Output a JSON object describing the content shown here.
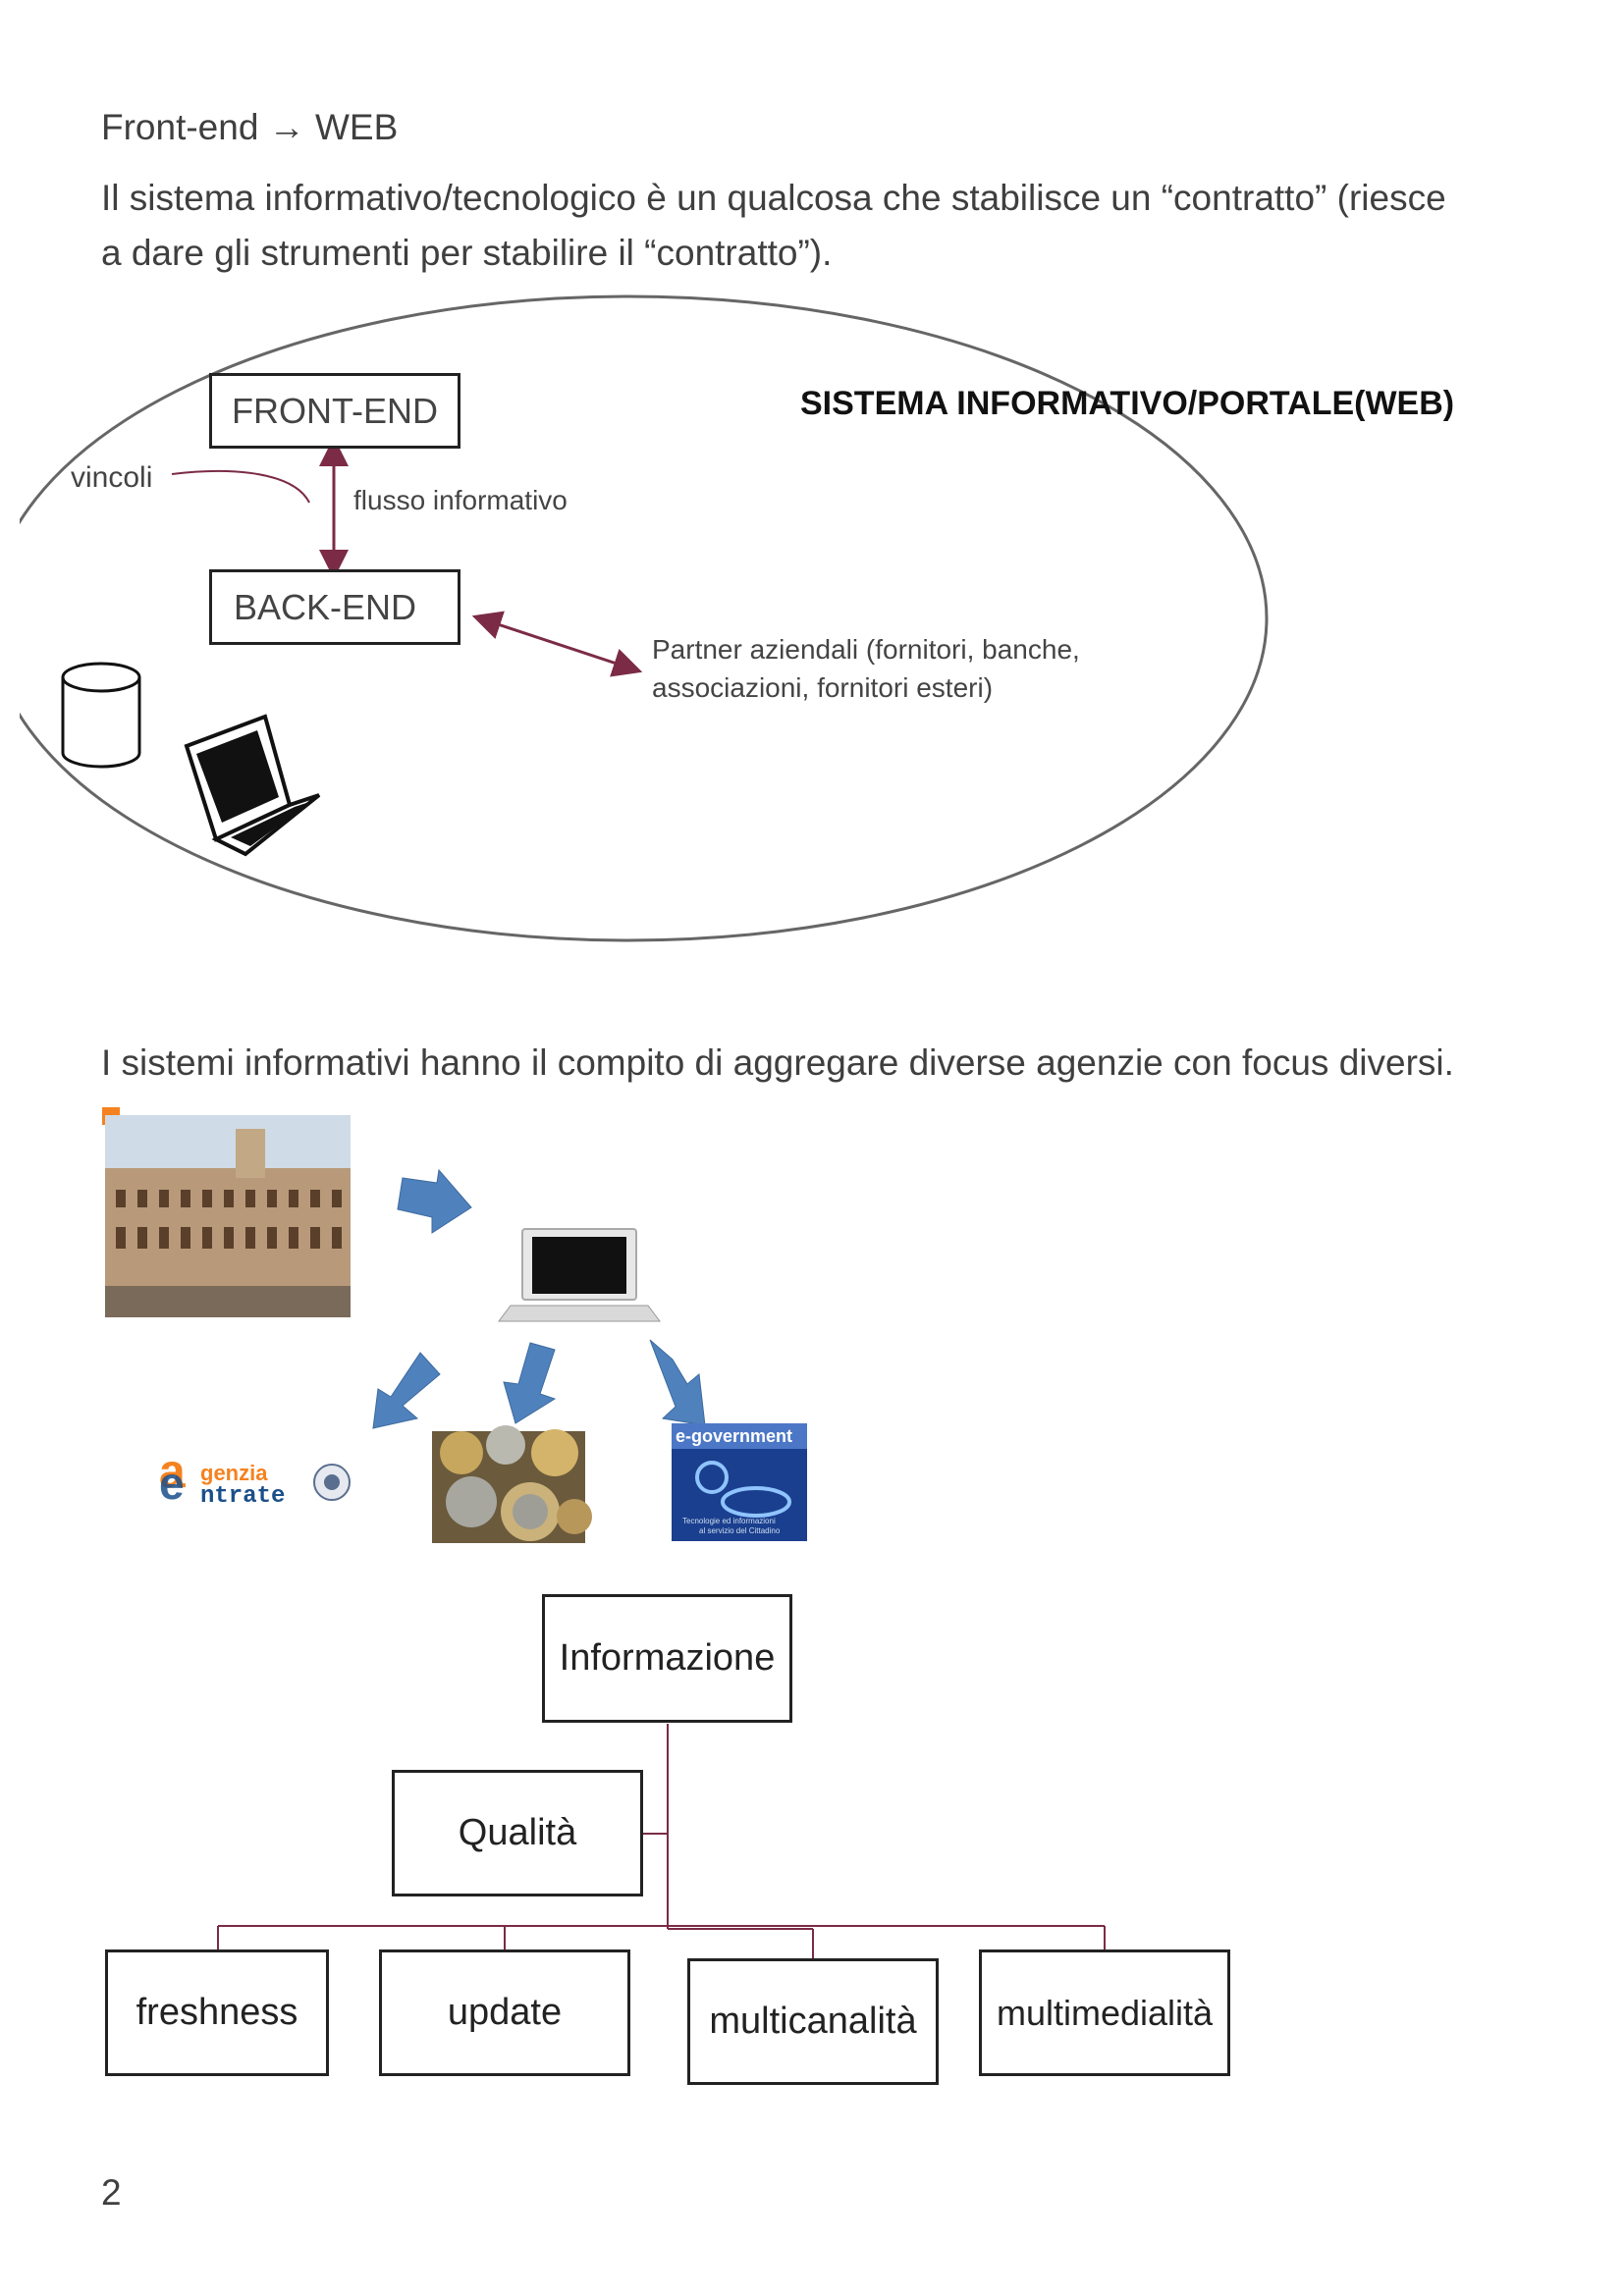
{
  "heading": {
    "left": "Front-end",
    "arrow": "→",
    "right": "WEB"
  },
  "intro": {
    "line1": "Il sistema informativo/tecnologico è un qualcosa che stabilisce un “contratto” (riesce",
    "line2": "a dare gli strumenti per stabilire il “contratto”)."
  },
  "diagram1": {
    "front_end": "FRONT-END",
    "back_end": "BACK-END",
    "system_title": "SISTEMA INFORMATIVO/PORTALE(WEB)",
    "vincoli": "vincoli",
    "flusso": "flusso informativo",
    "partner_line1": "Partner aziendali (fornitori, banche,",
    "partner_line2": "associazioni, fornitori esteri)"
  },
  "sentence2": "I sistemi informativi hanno il compito di aggregare diverse agenzie con focus diversi.",
  "diagram2": {
    "agenzia_top": "genzia",
    "agenzia_bottom": "ntrate",
    "egov_title": "e-government",
    "egov_caption_1": "Tecnologie ed informazioni",
    "egov_caption_2": "al servizio del Cittadino"
  },
  "tree": {
    "root": "Informazione",
    "qualita": "Qualità",
    "leaves": [
      "freshness",
      "update",
      "multicanalità",
      "multimedialità"
    ]
  },
  "page_number": "2",
  "colors": {
    "arrow": "#7b2b45",
    "blue_arrow": "#4f81bd",
    "tree_line": "#7b2b45",
    "accent_orange": "#f58220"
  }
}
